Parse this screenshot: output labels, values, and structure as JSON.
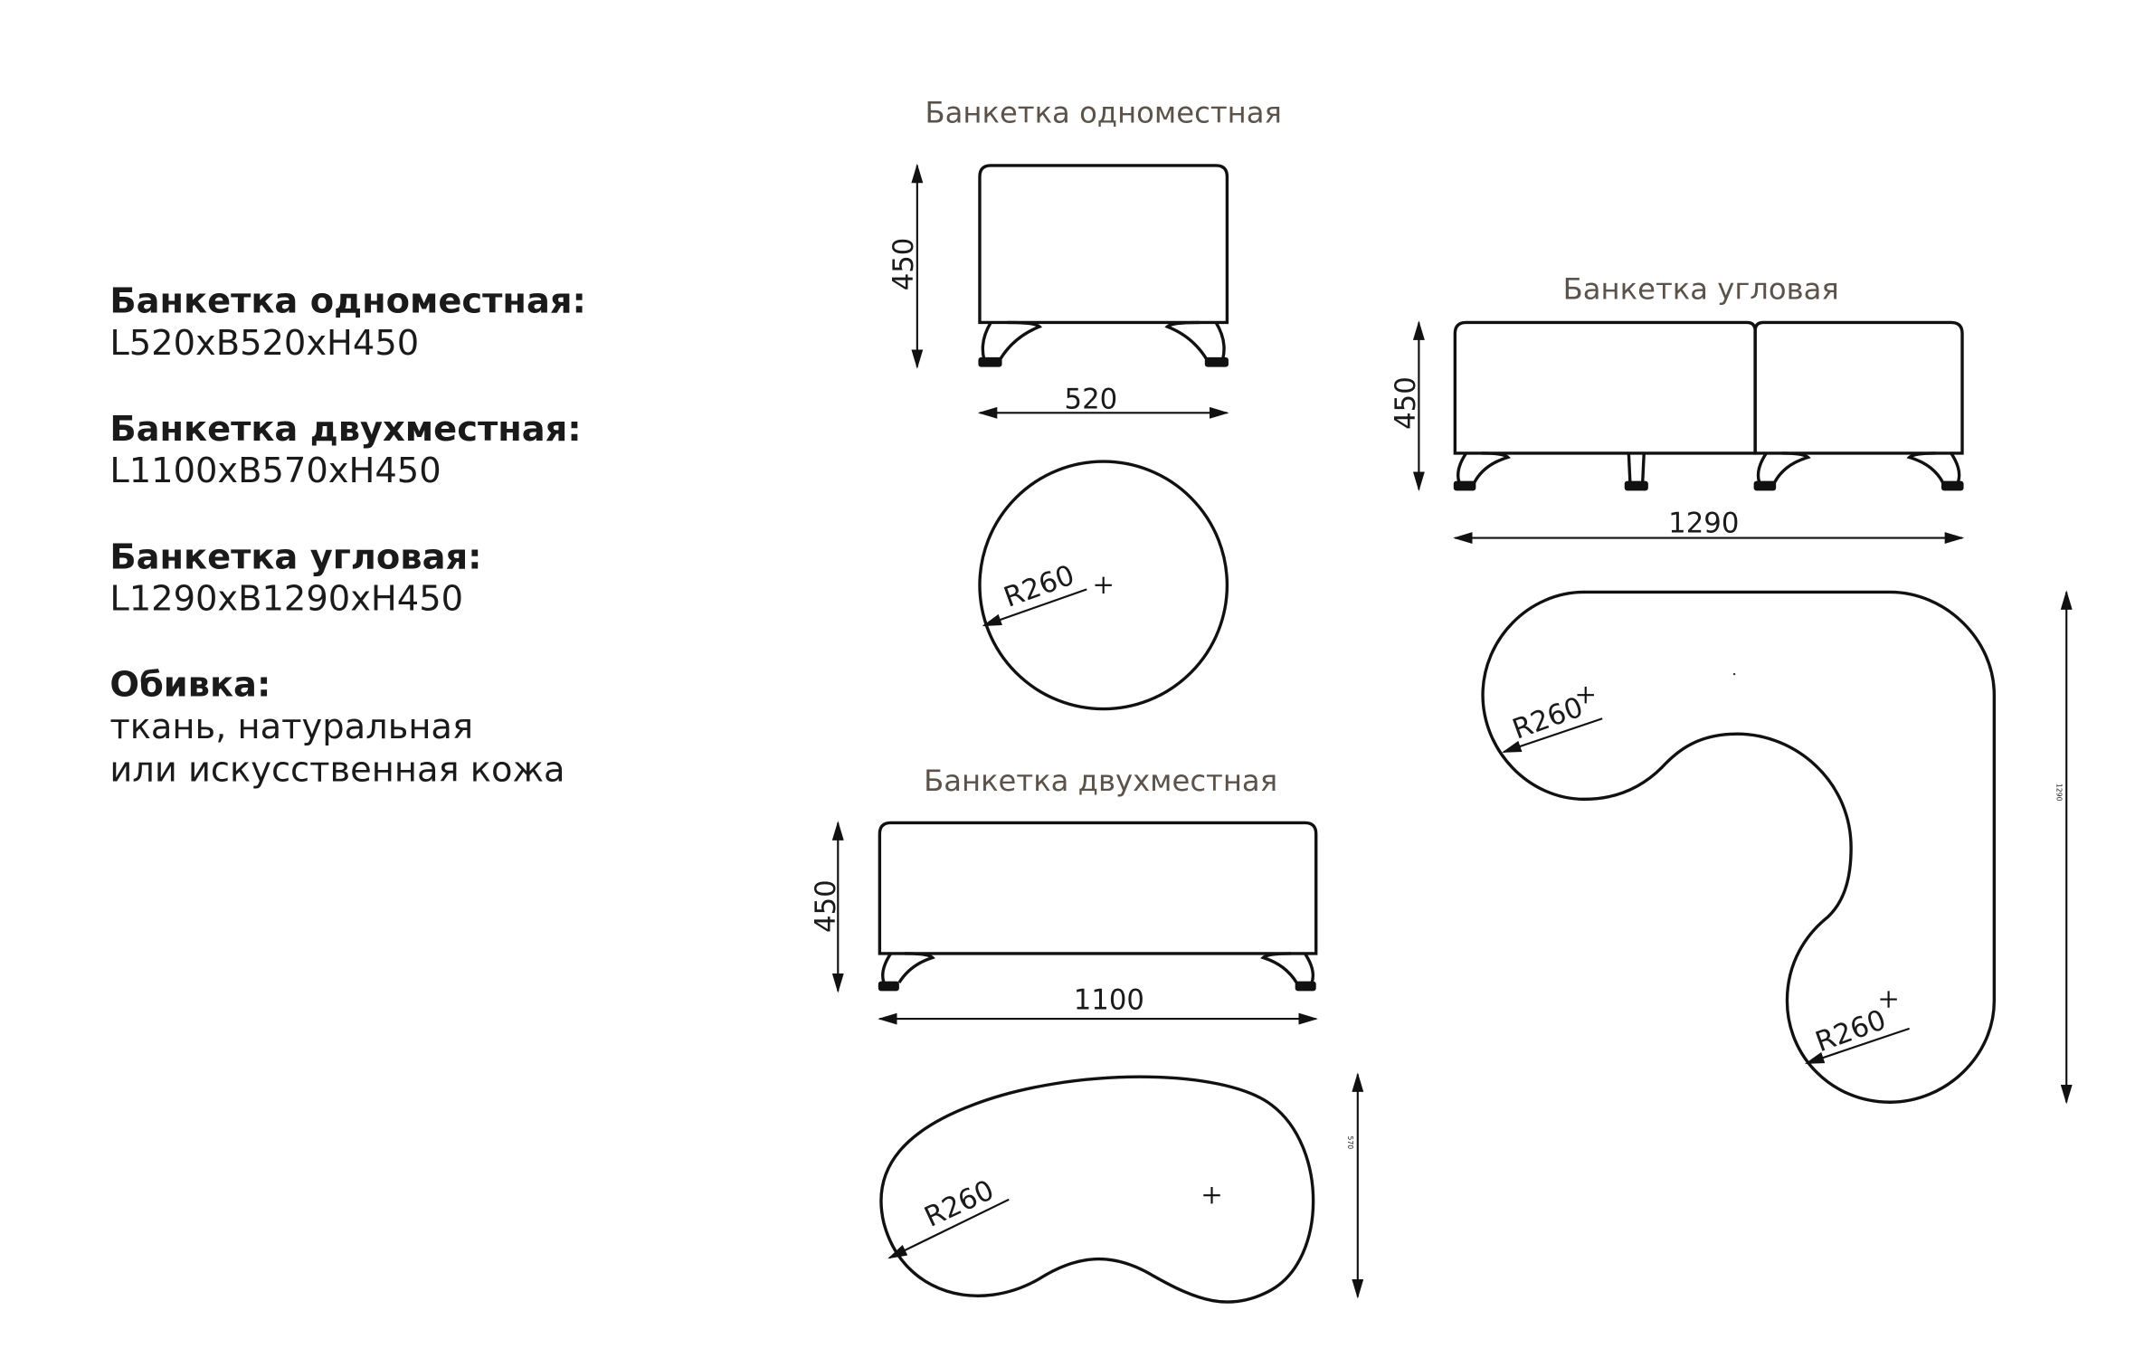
{
  "specs": [
    {
      "name": "Банкетка одноместная:",
      "size": "L520xB520xH450"
    },
    {
      "name": "Банкетка двухместная:",
      "size": "L1100xB570xH450"
    },
    {
      "name": "Банкетка угловая:",
      "size": "L1290xB1290xH450"
    }
  ],
  "upholstery": {
    "label": "Обивка:",
    "line1": "ткань, натуральная",
    "line2": "или искусственная кожа"
  },
  "single": {
    "title": "Банкетка одноместная",
    "height": "450",
    "width": "520",
    "radius": "R260"
  },
  "double": {
    "title": "Банкетка двухместная",
    "height": "450",
    "width": "1100",
    "depth": "570",
    "radius": "R260"
  },
  "corner": {
    "title": "Банкетка угловая",
    "height": "450",
    "width": "1290",
    "depth": "1290",
    "radius1": "R260",
    "radius2": "R260"
  }
}
